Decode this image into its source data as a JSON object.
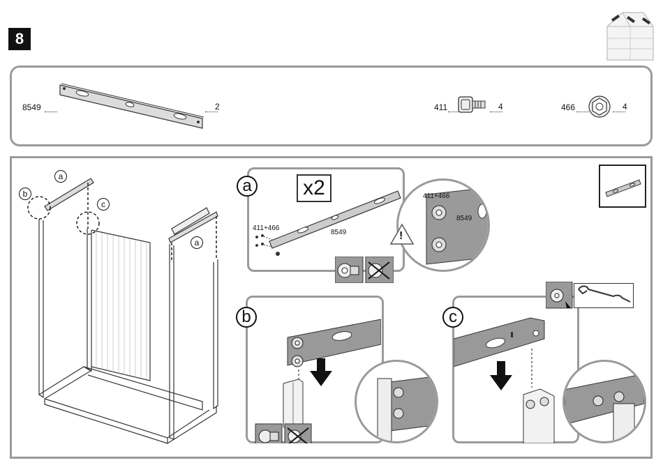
{
  "step": {
    "number": "8"
  },
  "parts": [
    {
      "id": "8549",
      "qty": "2",
      "icon": "bar-icon"
    },
    {
      "id": "411",
      "qty": "4",
      "icon": "bolt-icon"
    },
    {
      "id": "466",
      "qty": "4",
      "icon": "nut-icon"
    }
  ],
  "overview": {
    "label_a_top": "a",
    "label_b": "b",
    "label_c": "c",
    "label_a_right": "a"
  },
  "detail_a": {
    "letter": "a",
    "multiplier": "x2",
    "hardware_label": "411+466",
    "bar_label": "8549",
    "zoom_hardware_label": "411+466",
    "zoom_bar_label": "8549",
    "warning": "!"
  },
  "detail_b": {
    "letter": "b"
  },
  "detail_c": {
    "letter": "c"
  }
}
